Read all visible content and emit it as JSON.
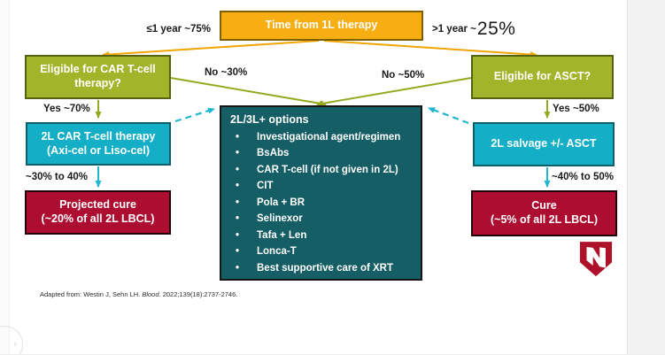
{
  "slide": {
    "top_box": {
      "label": "Time from 1L therapy"
    },
    "branch_labels": {
      "left": "≤1 year ~75%",
      "right_prefix": ">1 year ~",
      "right_value": "25%"
    },
    "left_path": {
      "question": "Eligible for CAR T-cell therapy?",
      "no_label": "No ~30%",
      "yes_label": "Yes ~70%",
      "therapy": "2L CAR T-cell therapy",
      "therapy_sub": "(Axi-cel or Liso-cel)",
      "outcome_rate": "~30% to 40%",
      "outcome": "Projected cure",
      "outcome_sub": "(~20% of all 2L LBCL)"
    },
    "right_path": {
      "question": "Eligible for ASCT?",
      "no_label": "No ~50%",
      "yes_label": "Yes ~50%",
      "therapy": "2L salvage +/- ASCT",
      "outcome_rate": "~40% to 50%",
      "outcome": "Cure",
      "outcome_sub": "(~5% of all 2L LBCL)"
    },
    "options_box": {
      "title": "2L/3L+ options",
      "items": [
        "Investigational agent/regimen",
        "BsAbs",
        "CAR T-cell (if not given in 2L)",
        "CIT",
        "Pola + BR",
        "Selinexor",
        "Tafa + Len",
        "Lonca-T",
        "Best supportive care of XRT"
      ]
    },
    "footer": {
      "pre": "Adapted from: Westin J, Sehn LH. ",
      "journal": "Blood.",
      "post": " 2022;139(18):2737-2746."
    },
    "colors": {
      "orange": "#F6AE13",
      "orange_border": "#7F6000",
      "green": "#A2B42A",
      "green_border": "#55620F",
      "teal": "#14AFC6",
      "teal_border": "#0E5F68",
      "dark_teal": "#155E66",
      "red": "#AE0D32",
      "line_orange": "#F0A500",
      "line_green": "#96A81F",
      "line_teal": "#1FB7CE",
      "brand_red": "#AD122A"
    }
  }
}
